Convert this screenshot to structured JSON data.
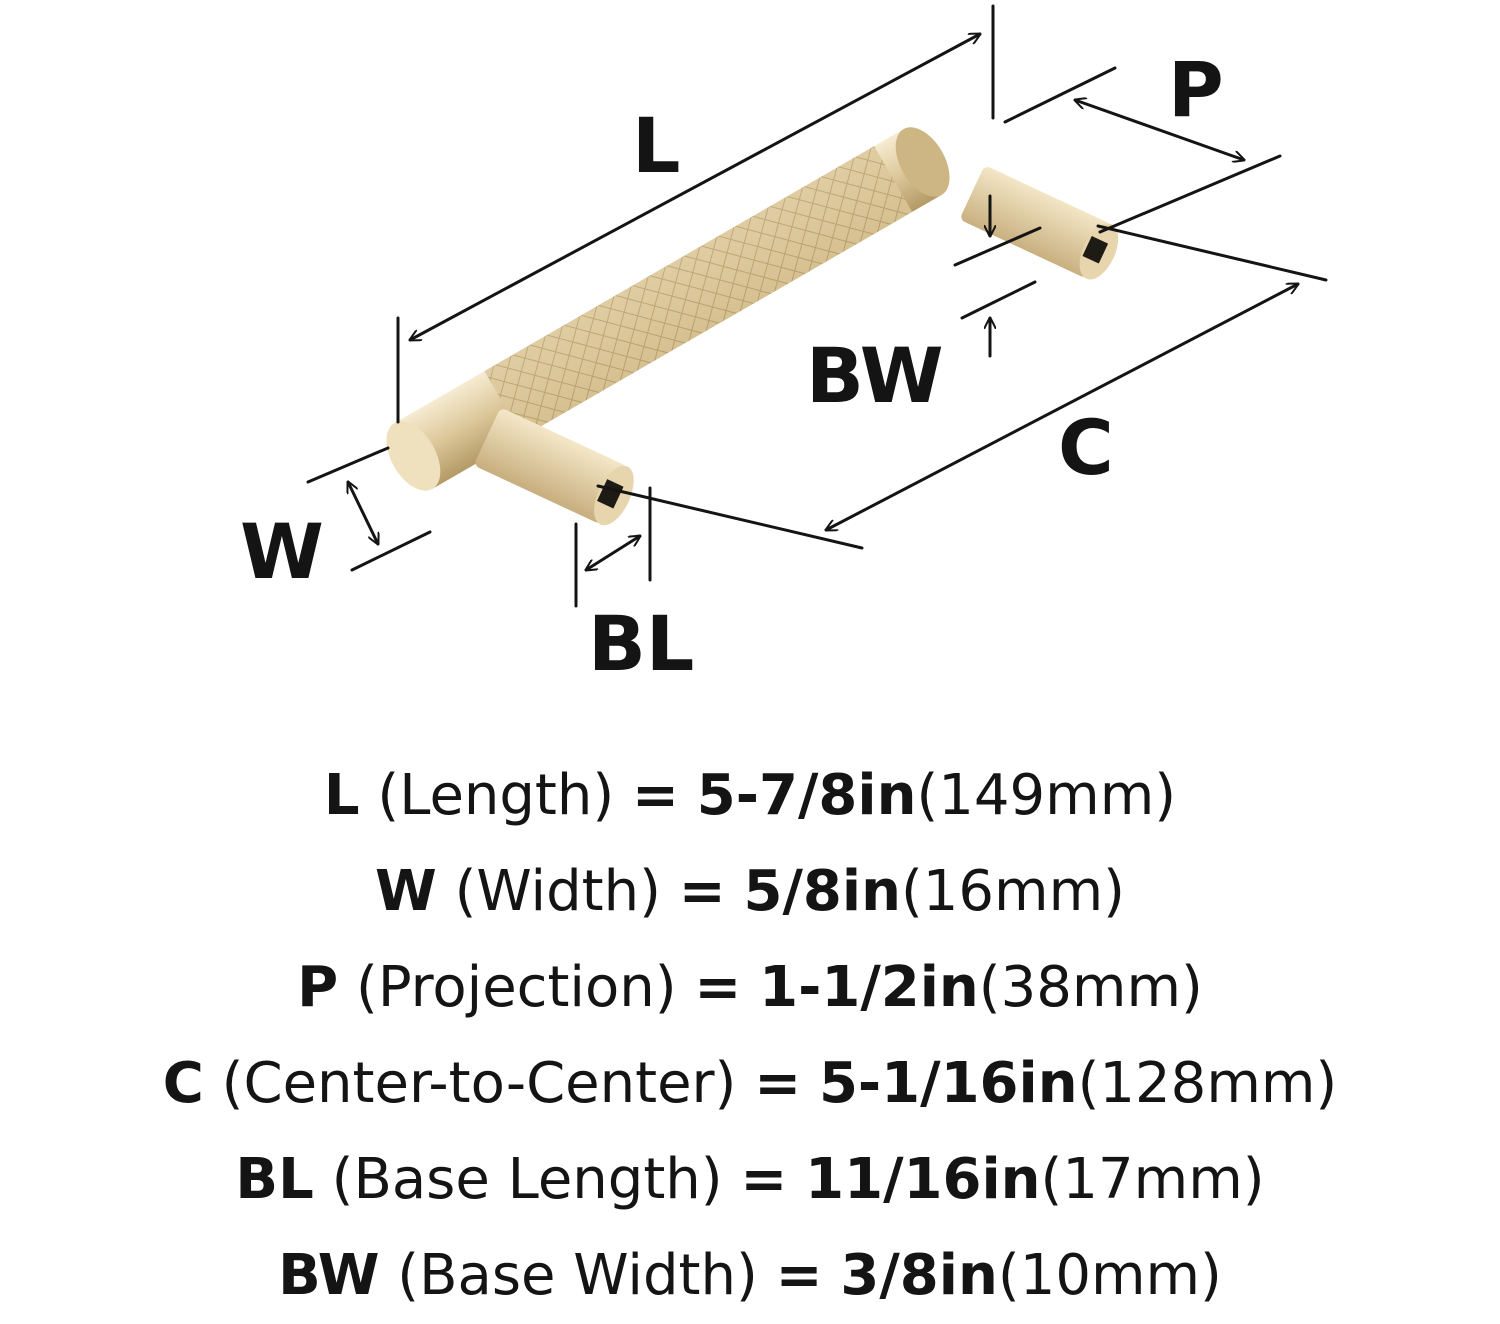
{
  "diagram": {
    "labels": {
      "L": "L",
      "P": "P",
      "BW": "BW",
      "C": "C",
      "W": "W",
      "BL": "BL"
    },
    "colors": {
      "brass_light": "#efe3c4",
      "brass_mid": "#dcc79a",
      "brass_dark": "#b79d68",
      "hole": "#1e1a14",
      "line": "#141414"
    }
  },
  "specs": [
    {
      "abbr": "L",
      "name": "(Length)",
      "eq": "=",
      "inch": "5-7/8in",
      "mm": "(149mm)"
    },
    {
      "abbr": "W",
      "name": "(Width)",
      "eq": "=",
      "inch": "5/8in",
      "mm": "(16mm)"
    },
    {
      "abbr": "P",
      "name": "(Projection)",
      "eq": "=",
      "inch": "1-1/2in",
      "mm": "(38mm)"
    },
    {
      "abbr": "C",
      "name": "(Center-to-Center)",
      "eq": "=",
      "inch": "5-1/16in",
      "mm": "(128mm)"
    },
    {
      "abbr": "BL",
      "name": "(Base Length)",
      "eq": "=",
      "inch": "11/16in",
      "mm": "(17mm)"
    },
    {
      "abbr": "BW",
      "name": "(Base Width)",
      "eq": "=",
      "inch": "3/8in",
      "mm": "(10mm)"
    }
  ]
}
